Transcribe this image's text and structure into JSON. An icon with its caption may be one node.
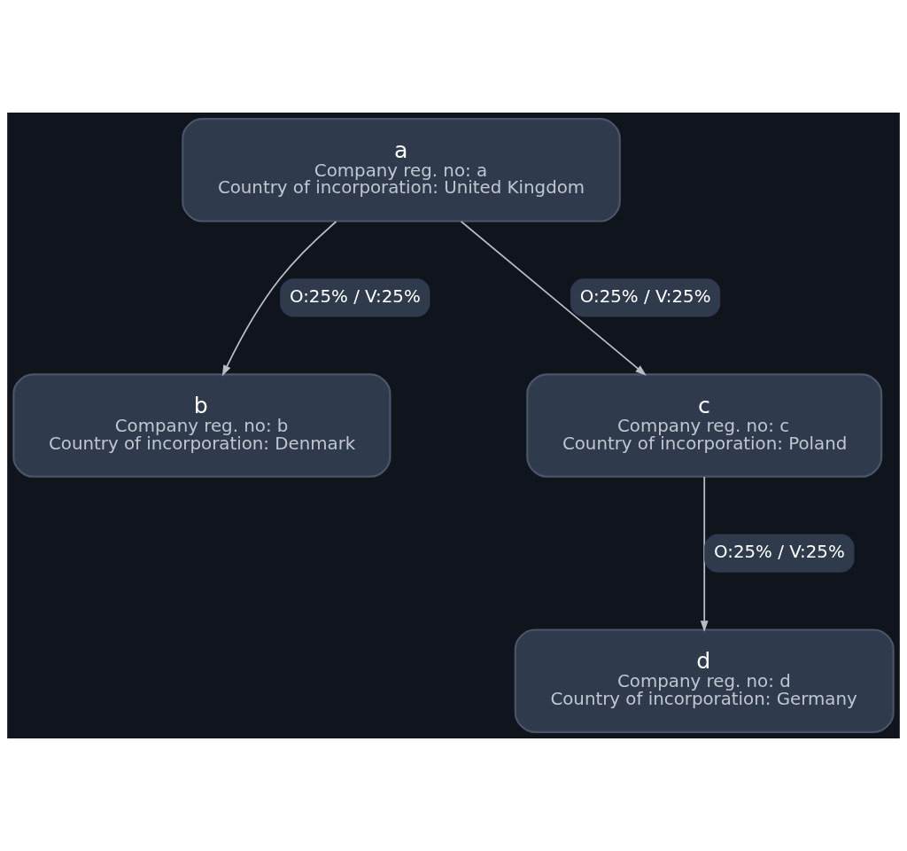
{
  "diagram": {
    "nodes": [
      {
        "text": [
          "a",
          "Company reg. no: a",
          "Country of incorporation: United Kingdom"
        ]
      },
      {
        "text": [
          "b",
          "Company reg. no: b",
          "Country of incorporation: Denmark"
        ]
      },
      {
        "text": [
          "c",
          "Company reg. no: c",
          "Country of incorporation: Poland"
        ]
      },
      {
        "text": [
          "d",
          "Company reg. no: d",
          "Country of incorporation: Germany"
        ]
      }
    ],
    "edges": [
      {
        "from": 0,
        "to": 1,
        "arrow": "to",
        "label": "O:25% / V:25%"
      },
      {
        "from": 0,
        "to": 2,
        "arrow": "to",
        "label": "O:25% / V:25%"
      },
      {
        "from": 2,
        "to": 3,
        "arrow": "to",
        "label": "O:25% / V:25%"
      }
    ]
  }
}
